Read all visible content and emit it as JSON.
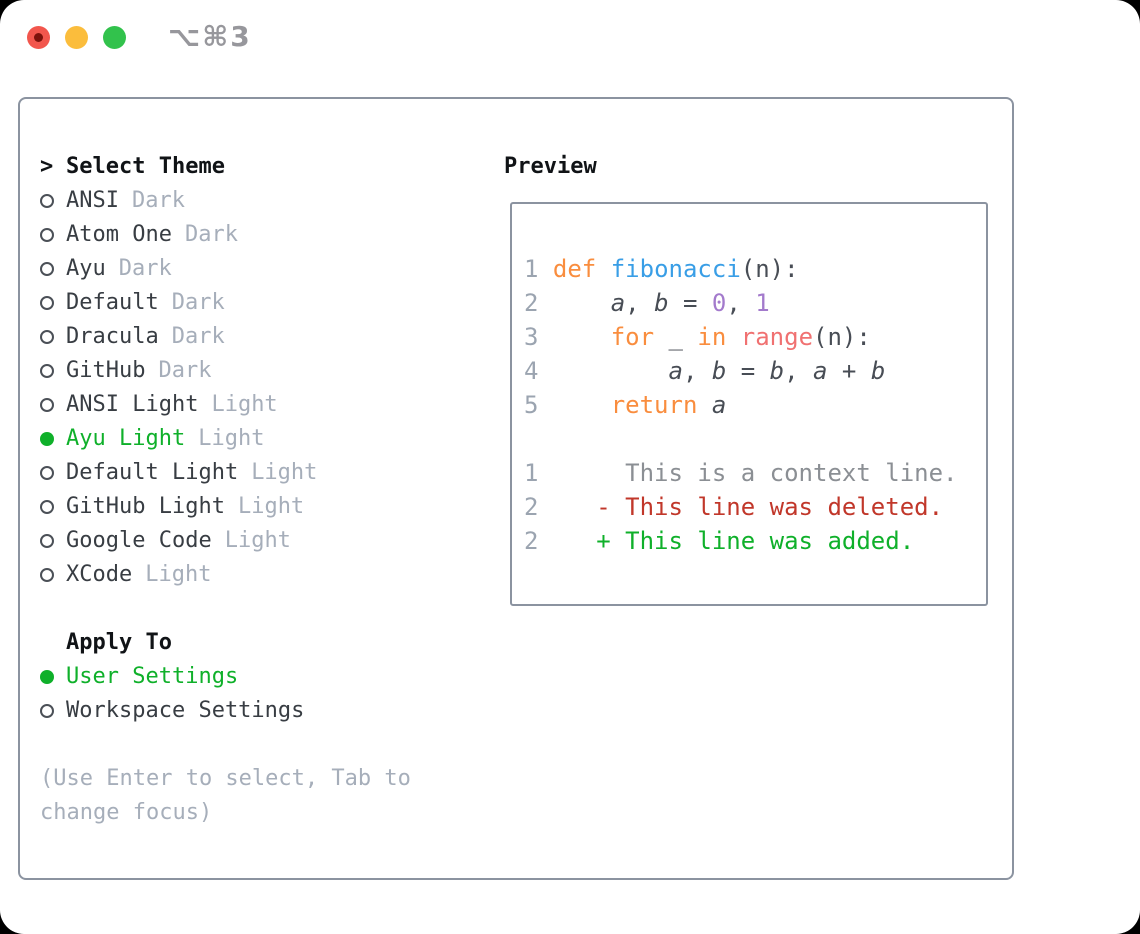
{
  "window": {
    "title": "⌥⌘3",
    "buttons": [
      "close",
      "minimize",
      "zoom"
    ]
  },
  "theme_selector": {
    "header_prefix": ">",
    "header_label": "Select Theme",
    "items": [
      {
        "label": "ANSI",
        "tag": "Dark",
        "selected": false
      },
      {
        "label": "Atom One",
        "tag": "Dark",
        "selected": false
      },
      {
        "label": "Ayu",
        "tag": "Dark",
        "selected": false
      },
      {
        "label": "Default",
        "tag": "Dark",
        "selected": false
      },
      {
        "label": "Dracula",
        "tag": "Dark",
        "selected": false
      },
      {
        "label": "GitHub",
        "tag": "Dark",
        "selected": false
      },
      {
        "label": "ANSI Light",
        "tag": "Light",
        "selected": false
      },
      {
        "label": "Ayu Light",
        "tag": "Light",
        "selected": true
      },
      {
        "label": "Default Light",
        "tag": "Light",
        "selected": false
      },
      {
        "label": "GitHub Light",
        "tag": "Light",
        "selected": false
      },
      {
        "label": "Google Code",
        "tag": "Light",
        "selected": false
      },
      {
        "label": "XCode",
        "tag": "Light",
        "selected": false
      }
    ]
  },
  "apply_to": {
    "header": "Apply To",
    "options": [
      {
        "label": "User Settings",
        "selected": true
      },
      {
        "label": "Workspace Settings",
        "selected": false
      }
    ]
  },
  "hint": "(Use Enter to select, Tab to change focus)",
  "preview": {
    "title": "Preview",
    "code": {
      "lines": [
        {
          "num": "1",
          "tokens": [
            [
              "kw",
              "def"
            ],
            [
              "pl",
              " "
            ],
            [
              "fn",
              "fibonacci"
            ],
            [
              "pl",
              "(n):"
            ]
          ]
        },
        {
          "num": "2",
          "tokens": [
            [
              "pl",
              "    "
            ],
            [
              "var",
              "a"
            ],
            [
              "pl",
              ", "
            ],
            [
              "var",
              "b"
            ],
            [
              "pl",
              " = "
            ],
            [
              "num",
              "0"
            ],
            [
              "pl",
              ", "
            ],
            [
              "num",
              "1"
            ]
          ]
        },
        {
          "num": "3",
          "tokens": [
            [
              "pl",
              "    "
            ],
            [
              "kw",
              "for"
            ],
            [
              "pl",
              " _ "
            ],
            [
              "kw",
              "in"
            ],
            [
              "pl",
              " "
            ],
            [
              "call",
              "range"
            ],
            [
              "pl",
              "(n):"
            ]
          ]
        },
        {
          "num": "4",
          "tokens": [
            [
              "pl",
              "        "
            ],
            [
              "var",
              "a"
            ],
            [
              "pl",
              ", "
            ],
            [
              "var",
              "b"
            ],
            [
              "pl",
              " = "
            ],
            [
              "var",
              "b"
            ],
            [
              "pl",
              ", "
            ],
            [
              "var",
              "a"
            ],
            [
              "pl",
              " + "
            ],
            [
              "var",
              "b"
            ]
          ]
        },
        {
          "num": "5",
          "tokens": [
            [
              "pl",
              "    "
            ],
            [
              "kw",
              "return"
            ],
            [
              "pl",
              " "
            ],
            [
              "var",
              "a"
            ]
          ]
        },
        {
          "num": "",
          "tokens": []
        },
        {
          "num": "1",
          "tokens": [
            [
              "ctx",
              "     This is a context line."
            ]
          ]
        },
        {
          "num": "2",
          "tokens": [
            [
              "del",
              "   - This line was deleted."
            ]
          ]
        },
        {
          "num": "2",
          "tokens": [
            [
              "add",
              "   + This line was added."
            ]
          ]
        }
      ]
    }
  },
  "colors": {
    "accent_green": "#0fb02a",
    "deleted_red": "#c1372a",
    "keyword_orange": "#f98d3e",
    "function_blue": "#399ee6",
    "number_purple": "#a37acc",
    "call_coral": "#f07171",
    "plain_text": "#484d55",
    "line_number": "#9ba4b0",
    "context_gray": "#8b8f94",
    "list_text": "#383d43",
    "header_black": "#101316",
    "muted_gray": "#a6aeba",
    "border_gray": "#8b93a0",
    "radio_ring": "#4b5057",
    "title_gray": "#97979c",
    "light_red": "#f2564d",
    "light_red_dot": "#7c120c",
    "light_yellow": "#fbbd3c",
    "light_green": "#32c24c"
  }
}
